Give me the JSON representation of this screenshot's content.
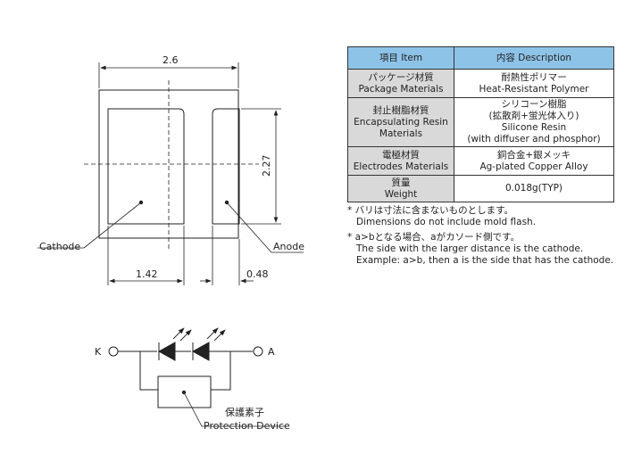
{
  "package_drawing": {
    "dim_width": "2.6",
    "dim_height": "2.27",
    "dim_cathode_pad": "1.42",
    "dim_anode_gap": "0.48",
    "label_cathode": "Cathode",
    "label_anode": "Anode"
  },
  "circuit": {
    "terminal_k": "K",
    "terminal_a": "A",
    "protection_jp": "保護素子",
    "protection_en": "Protection Device"
  },
  "spec_table": {
    "header": {
      "item": "項目 Item",
      "content": "内容 Description"
    },
    "rows": [
      {
        "label": [
          "パッケージ材質",
          "Package Materials"
        ],
        "value": [
          "耐熱性ポリマー",
          "Heat-Resistant Polymer"
        ]
      },
      {
        "label": [
          "封止樹脂材質",
          "Encapsulating Resin",
          "Materials"
        ],
        "value": [
          "シリコーン樹脂",
          "(拡散剤+蛍光体入り)",
          "Silicone Resin",
          "(with diffuser and phosphor)"
        ]
      },
      {
        "label": [
          "電極材質",
          "Electrodes Materials"
        ],
        "value": [
          "銅合金+銀メッキ",
          "Ag-plated Copper Alloy"
        ]
      },
      {
        "label": [
          "質量",
          "Weight"
        ],
        "value": [
          "0.018g(TYP)"
        ]
      }
    ]
  },
  "notes": [
    {
      "lines": [
        "* バリは寸法に含まないものとします。",
        "Dimensions do not include mold flash."
      ]
    },
    {
      "lines": [
        "* a>bとなる場合、aがカソード側です。",
        "The side with the larger distance is the cathode.",
        "Example: a>b, then a is the side that has the cathode."
      ]
    }
  ]
}
